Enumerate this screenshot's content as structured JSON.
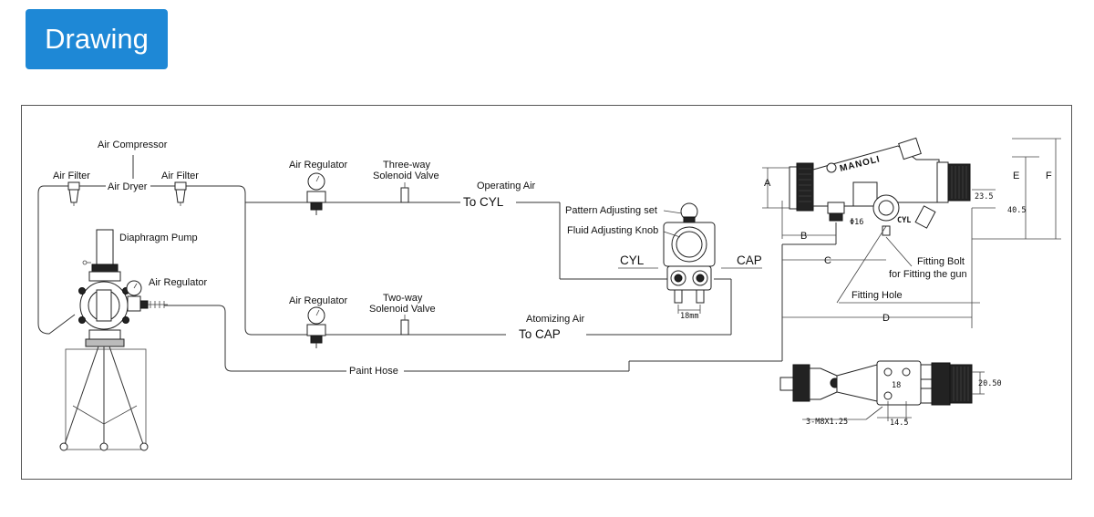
{
  "header": {
    "title": "Drawing"
  },
  "labels": {
    "air_compressor": "Air Compressor",
    "air_filter_left": "Air Filter",
    "air_dryer": "Air Dryer",
    "air_filter_right": "Air Filter",
    "air_regulator_top": "Air Regulator",
    "three_way_line1": "Three-way",
    "three_way_line2": "Solenoid Valve",
    "operating_air": "Operating Air",
    "to_cyl": "To CYL",
    "diaphragm_pump": "Diaphragm Pump",
    "air_regulator_pump": "Air Regulator",
    "air_regulator_bottom": "Air Regulator",
    "two_way_line1": "Two-way",
    "two_way_line2": "Solenoid Valve",
    "atomizing_air": "Atomizing Air",
    "to_cap": "To CAP",
    "paint_hose": "Paint Hose",
    "pattern_adjusting_set": "Pattern Adjusting set",
    "fluid_adjusting_knob": "Fluid Adjusting Knob",
    "cyl": "CYL",
    "cap": "CAP",
    "dim_18mm": "18mm",
    "brand": "MANOLI",
    "gun_cyl": "CYL",
    "phi16": "Φ16",
    "dim_a": "A",
    "dim_b": "B",
    "dim_c": "C",
    "dim_d": "D",
    "dim_e": "E",
    "dim_f": "F",
    "dim_23_5": "23.5",
    "dim_40_5": "40.5",
    "fitting_bolt": "Fitting Bolt",
    "for_fitting_gun": "for Fitting the gun",
    "fitting_hole": "Fitting Hole",
    "dim_18": "18",
    "dim_20_50": "20.50",
    "dim_14_5": "14.5",
    "thread_spec": "3-M8X1.25"
  }
}
